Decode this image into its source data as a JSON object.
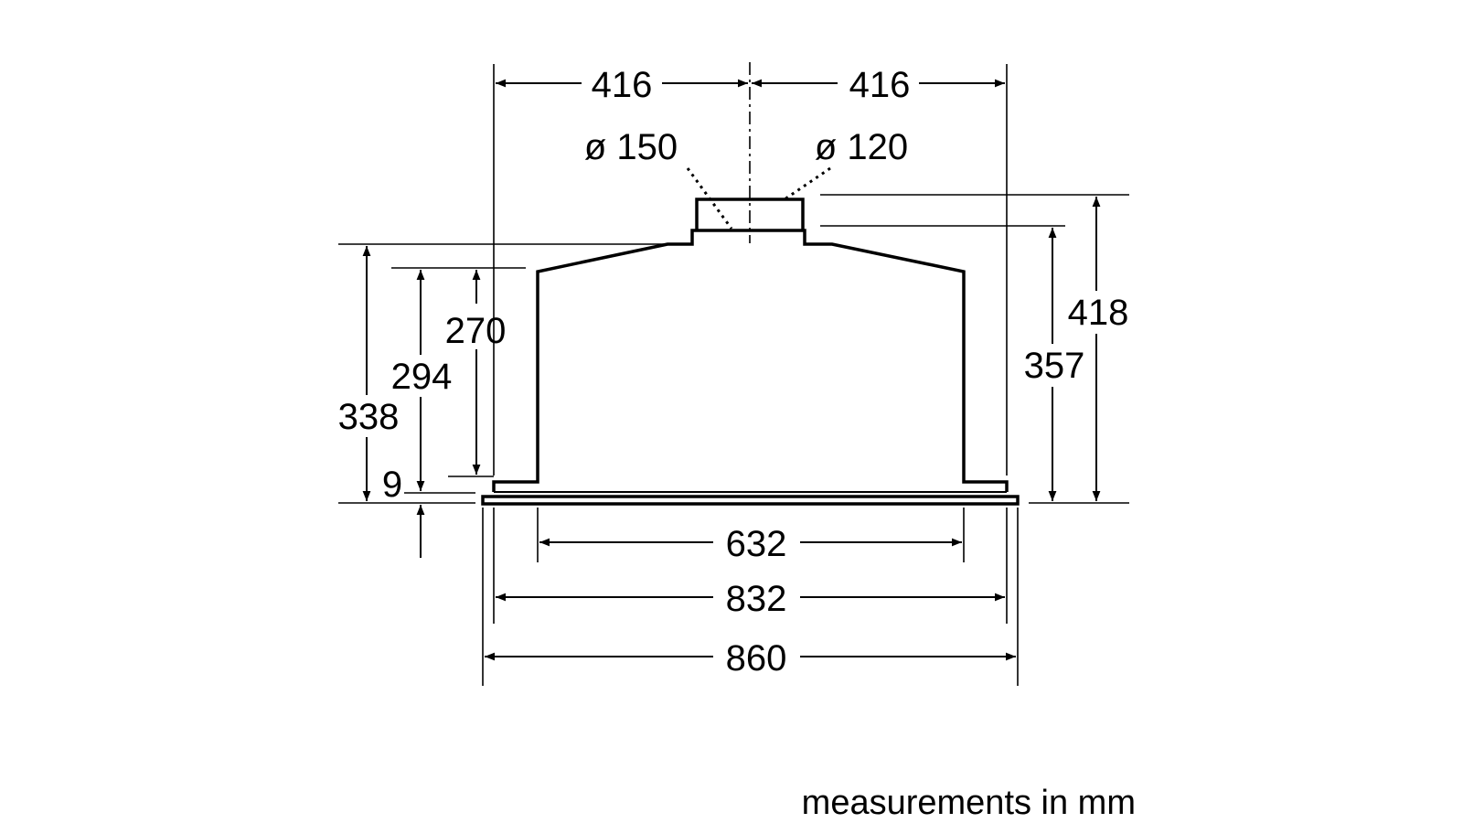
{
  "diagram": {
    "dimensions": {
      "top_left_half": "416",
      "top_right_half": "416",
      "duct_diameter_large": "ø 150",
      "duct_diameter_small": "ø 120",
      "total_height": "418",
      "height_to_top_plate": "357",
      "height_338": "338",
      "height_294": "294",
      "height_270": "270",
      "panel_thickness": "9",
      "inner_width": "632",
      "frame_width": "832",
      "overall_width": "860"
    },
    "note": "measurements in mm"
  }
}
